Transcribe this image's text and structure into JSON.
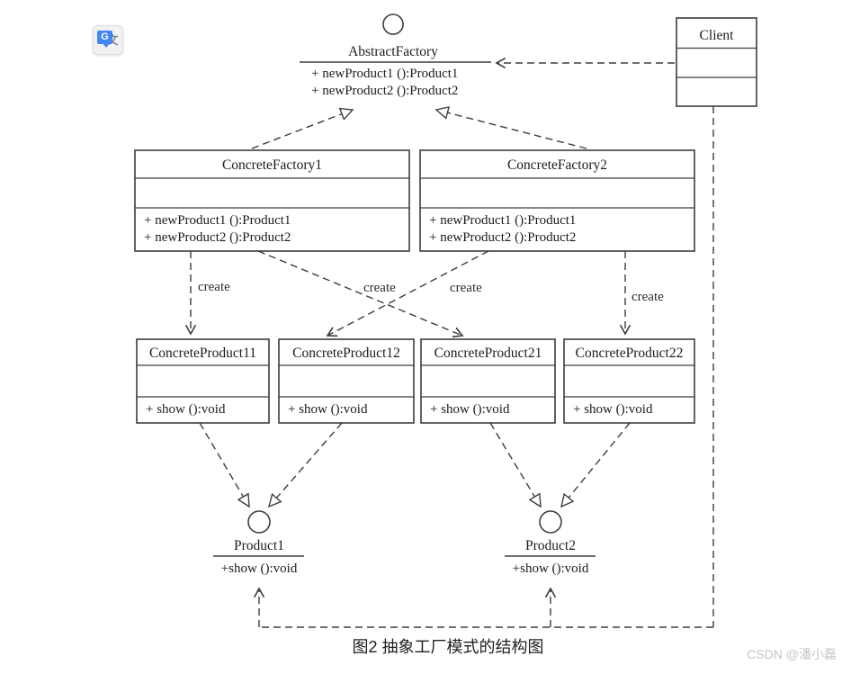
{
  "toolbar": {
    "translate_button": {
      "bubble_letter": "G",
      "page_glyph": "文"
    }
  },
  "diagram": {
    "abstract_factory": {
      "name": "AbstractFactory",
      "method1": "+ newProduct1 ():Product1",
      "method2": "+ newProduct2 ():Product2"
    },
    "client": {
      "name": "Client"
    },
    "concrete_factory1": {
      "name": "ConcreteFactory1",
      "method1": "+ newProduct1 ():Product1",
      "method2": "+ newProduct2 ():Product2"
    },
    "concrete_factory2": {
      "name": "ConcreteFactory2",
      "method1": "+ newProduct1 ():Product1",
      "method2": "+ newProduct2 ():Product2"
    },
    "concrete_product11": {
      "name": "ConcreteProduct11",
      "method1": "+ show ():void"
    },
    "concrete_product12": {
      "name": "ConcreteProduct12",
      "method1": "+ show ():void"
    },
    "concrete_product21": {
      "name": "ConcreteProduct21",
      "method1": "+ show ():void"
    },
    "concrete_product22": {
      "name": "ConcreteProduct22",
      "method1": "+ show ():void"
    },
    "product1": {
      "name": "Product1",
      "method1": "+show ():void"
    },
    "product2": {
      "name": "Product2",
      "method1": "+show ():void"
    },
    "edge_labels": {
      "create": "create"
    }
  },
  "caption": "图2 抽象工厂模式的结构图",
  "watermark": "CSDN @潘小磊",
  "colors": {
    "translate_blue": "#4285f4",
    "diagram_line": "#3d3d3d",
    "watermark_gray": "#c6c6cb"
  }
}
